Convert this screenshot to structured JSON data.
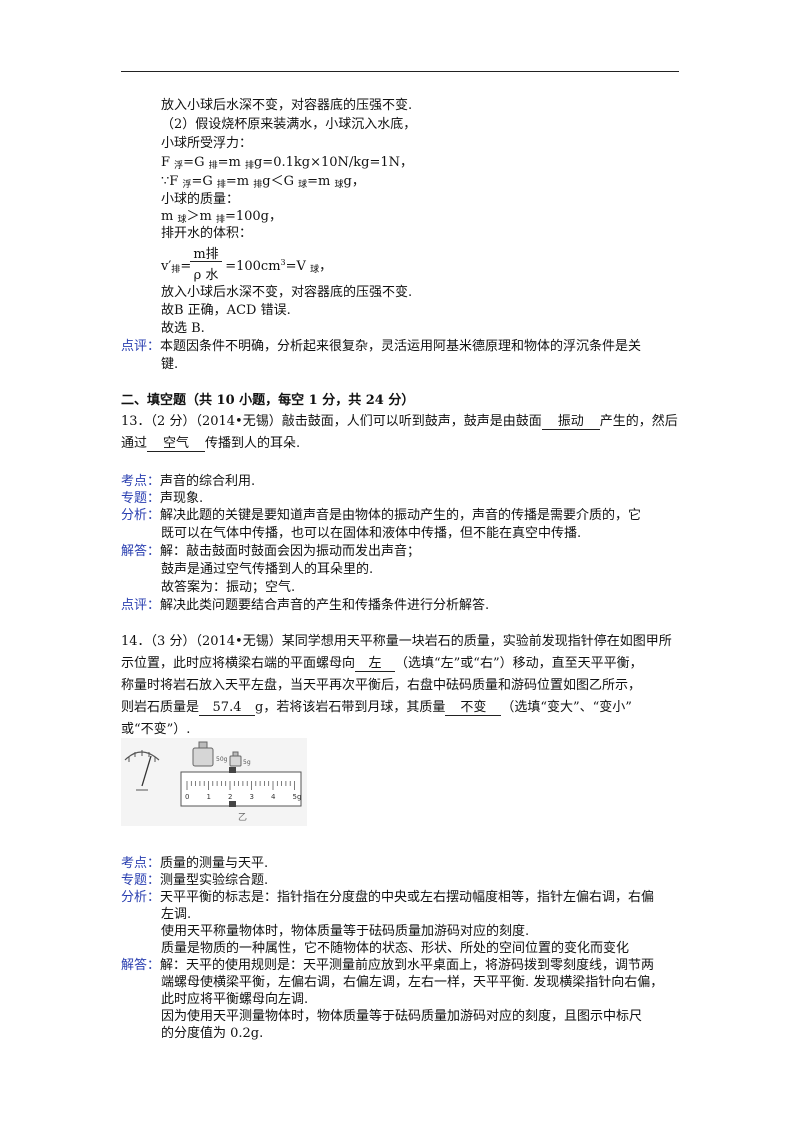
{
  "q12": {
    "l1": "放入小球后水深不变，对容器底的压强不变.",
    "l2": "（2）假设烧杯原来装满水，小球沉入水底，",
    "l3": "小球所受浮力：",
    "l4": {
      "a": "F ",
      "s1": "浮",
      "b": "=G ",
      "s2": "排",
      "c": "=m ",
      "s3": "排",
      "d": "g=0.1kg×10N/kg=1N，"
    },
    "l5": {
      "a": "∵F ",
      "s1": "浮",
      "b": "=G ",
      "s2": "排",
      "c": "=m ",
      "s3": "排",
      "d": "g＜G ",
      "s4": "球",
      "e": "=m ",
      "s5": "球",
      "f": "g，"
    },
    "l6": "小球的质量：",
    "l7": {
      "a": "m ",
      "s1": "球",
      "b": "＞m ",
      "s2": "排",
      "c": "=100g，"
    },
    "l8": "排开水的体积：",
    "l9": {
      "a": "v′",
      "s1": "排",
      "b": "=",
      "num": "m排",
      "den": "ρ 水",
      "c": "=100cm",
      "sup": "3",
      "d": "=V ",
      "s2": "球",
      "e": "，"
    },
    "l10": "放入小球后水深不变，对容器底的压强不变.",
    "l11": "故B 正确，ACD 错误.",
    "l12": "故选 B.",
    "comment_label": "点评：",
    "comment_1": "本题因条件不明确，分析起来很复杂，灵活运用阿基米德原理和物体的浮沉条件是关",
    "comment_2": "键."
  },
  "section2_title": "二、填空题（共 10 小题，每空 1 分，共 24 分）",
  "q13": {
    "stem_1a": "13．（2 分）（2014•无锡）敲击鼓面，人们可以听到鼓声，鼓声是由鼓面",
    "blank_1": "振动",
    "stem_1b": "产生的，然后",
    "stem_2a": "通过",
    "blank_2": "空气",
    "stem_2b": "传播到人的耳朵.",
    "kaodian_label": "考点：",
    "kaodian": "声音的综合利用.",
    "zhuanti_label": "专题：",
    "zhuanti": "声现象.",
    "fenxi_label": "分析：",
    "fenxi_1": "解决此题的关键是要知道声音是由物体的振动产生的，声音的传播是需要介质的，它",
    "fenxi_2": "既可以在气体中传播，也可以在固体和液体中传播，但不能在真空中传播.",
    "jieda_label": "解答：",
    "jieda_1": "解：敲击鼓面时鼓面会因为振动而发出声音；",
    "jieda_2": "鼓声是通过空气传播到人的耳朵里的.",
    "jieda_3": "故答案为：振动；空气.",
    "dianping_label": "点评：",
    "dianping": "解决此类问题要结合声音的产生和传播条件进行分析解答."
  },
  "q14": {
    "stem_1": "14．（3 分）（2014•无锡）某同学想用天平称量一块岩石的质量，实验前发现指针停在如图甲所",
    "stem_2a": "示位置，此时应将横梁右端的平面螺母向",
    "blank_1": "左",
    "stem_2b": "（选填“左”或“右”）移动，直至天平平衡，",
    "stem_3": "称量时将岩石放入天平左盘，当天平再次平衡后，右盘中砝码质量和游码位置如图乙所示，",
    "stem_4a": "则岩石质量是",
    "blank_2": "57.4",
    "stem_4b": "g，若将该岩石带到月球，其质量",
    "blank_3": "不变",
    "stem_4c": "（选填“变大”、“变小”",
    "stem_5": "或“不变”）.",
    "figure": {
      "weight_50": "50g",
      "weight_5": "5g",
      "scale_ticks": [
        "0",
        "1",
        "2",
        "3",
        "4",
        "5g"
      ],
      "caption_b": "乙"
    },
    "kaodian_label": "考点：",
    "kaodian": "质量的测量与天平.",
    "zhuanti_label": "专题：",
    "zhuanti": "测量型实验综合题.",
    "fenxi_label": "分析：",
    "fenxi_1": "天平平衡的标志是：指针指在分度盘的中央或左右摆动幅度相等，指针左偏右调，右偏",
    "fenxi_2": "左调.",
    "fenxi_3": "使用天平称量物体时，物体质量等于砝码质量加游码对应的刻度.",
    "fenxi_4": "质量是物质的一种属性，它不随物体的状态、形状、所处的空间位置的变化而变化",
    "jieda_label": "解答：",
    "jieda_1": "解：天平的使用规则是：天平测量前应放到水平桌面上，将游码拨到零刻度线，调节两",
    "jieda_2": "端螺母使横梁平衡，左偏右调，右偏左调，左右一样，天平平衡. 发现横梁指针向右偏，",
    "jieda_3": "此时应将平衡螺母向左调.",
    "jieda_4": "因为使用天平测量物体时，物体质量等于砝码质量加游码对应的刻度，且图示中标尺",
    "jieda_5": "的分度值为 0.2g."
  }
}
